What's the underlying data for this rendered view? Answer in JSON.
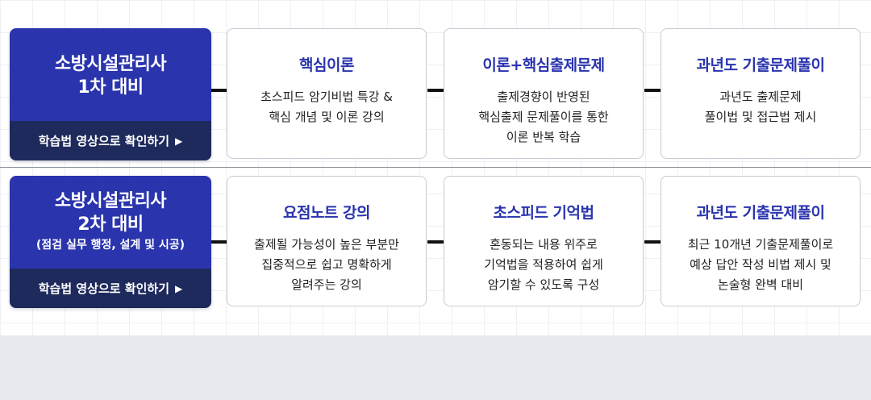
{
  "rows": [
    {
      "lead": {
        "title_line1": "소방시설관리사",
        "title_line2": "1차 대비",
        "subtitle": "",
        "cta_label": "학습법 영상으로 확인하기",
        "cta_arrow": "▶"
      },
      "cards": [
        {
          "title": "핵심이론",
          "lines": [
            "초스피드 암기비법 특강 &",
            "핵심 개념 및 이론 강의"
          ]
        },
        {
          "title": "이론+핵심출제문제",
          "lines": [
            "출제경향이 반영된",
            "핵심출제 문제풀이를 통한",
            "이론 반복 학습"
          ]
        },
        {
          "title": "과년도 기출문제풀이",
          "lines": [
            "과년도 출제문제",
            "풀이법 및 접근법 제시"
          ]
        }
      ]
    },
    {
      "lead": {
        "title_line1": "소방시설관리사",
        "title_line2": "2차 대비",
        "subtitle": "(점검 실무 행정, 설계 및 시공)",
        "cta_label": "학습법 영상으로 확인하기",
        "cta_arrow": "▶"
      },
      "cards": [
        {
          "title": "요점노트 강의",
          "lines": [
            "출제될 가능성이 높은 부분만",
            "집중적으로 쉽고 명확하게",
            "알려주는 강의"
          ]
        },
        {
          "title": "초스피드 기억법",
          "lines": [
            "혼동되는 내용 위주로",
            "기억법을 적용하여 쉽게",
            "암기할 수 있도록 구성"
          ]
        },
        {
          "title": "과년도 기출문제풀이",
          "lines": [
            "최근 10개년 기출문제풀이로",
            "예상 답안 작성 비법 제시 및",
            "논술형 완벽 대비"
          ]
        }
      ]
    }
  ],
  "colors": {
    "accent": "#2a34ad",
    "cta_bg": "#1e2a5c"
  }
}
